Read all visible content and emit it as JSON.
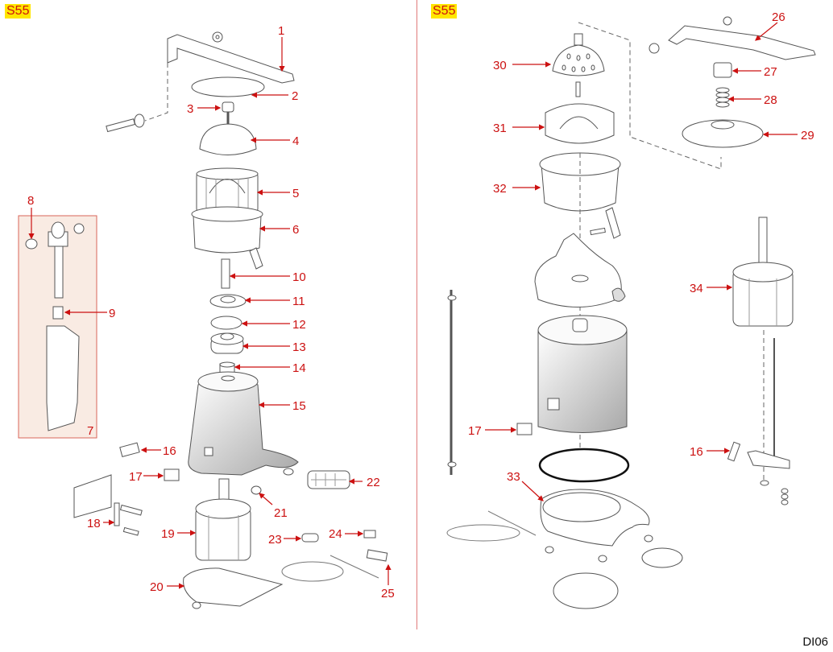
{
  "document": {
    "code": "DI06",
    "model_badge_left": "S55",
    "model_badge_right": "S55",
    "accent_color": "#cc1111",
    "badge_color": "#ffe600",
    "highlight_box_color": "#f9ebe3"
  },
  "left_panel": {
    "callouts": [
      "1",
      "2",
      "3",
      "4",
      "5",
      "6",
      "7",
      "8",
      "9",
      "10",
      "11",
      "12",
      "13",
      "14",
      "15",
      "16",
      "17",
      "18",
      "19",
      "20",
      "21",
      "22",
      "23",
      "24",
      "25"
    ],
    "highlight_group_label": "7"
  },
  "right_panel": {
    "callouts": [
      "26",
      "27",
      "28",
      "29",
      "30",
      "31",
      "32",
      "17",
      "34",
      "16",
      "33"
    ]
  }
}
